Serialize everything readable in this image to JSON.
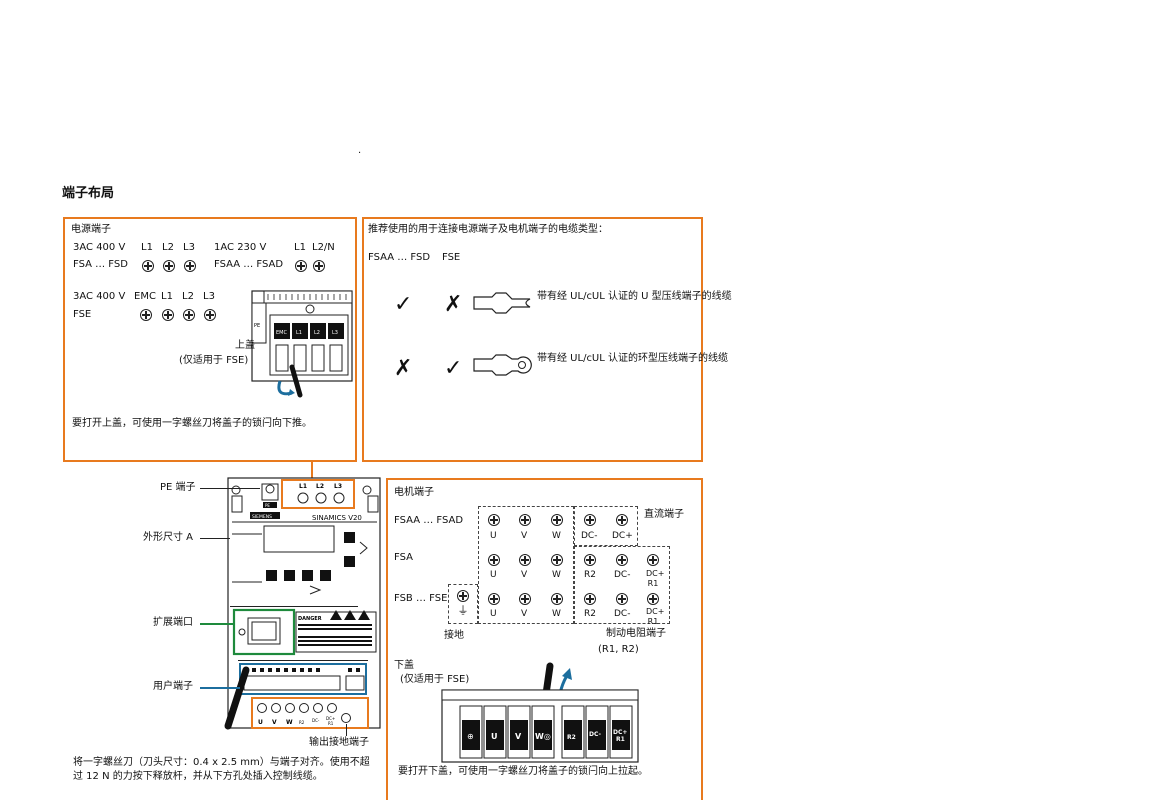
{
  "page": {
    "dot": "·",
    "title": "端子布局"
  },
  "power": {
    "heading": "电源端子",
    "row1_spec": "3AC 400 V",
    "row1_frames": "FSA … FSD",
    "row1_terms": [
      "L1",
      "L2",
      "L3"
    ],
    "row1b_spec": "1AC 230 V",
    "row1b_frames": "FSAA … FSAD",
    "row1b_terms": [
      "L1",
      "L2/N"
    ],
    "row2_spec": "3AC 400 V",
    "row2_frames": "FSE",
    "row2_terms": [
      "EMC",
      "L1",
      "L2",
      "L3"
    ],
    "cover_label": "上盖",
    "cover_note": "(仅适用于 FSE)",
    "open_hint": "要打开上盖，可使用一字螺丝刀将盖子的锁闩向下推。"
  },
  "cable": {
    "heading": "推荐使用的用于连接电源端子及电机端子的电缆类型：",
    "col1": "FSAA … FSD",
    "col2": "FSE",
    "row1_desc": "带有经 UL/cUL 认证的 U 型压线端子的线缆",
    "row2_desc": "带有经 UL/cUL 认证的环型压线端子的线缆",
    "check": "✓",
    "cross": "✗"
  },
  "drive": {
    "pe_label": "PE 端子",
    "size_label": "外形尺寸 A",
    "ext_label": "扩展端口",
    "user_label": "用户端子",
    "ground_out_label": "输出接地端子",
    "brand": "SIEMENS",
    "model": "SINAMICS V20",
    "top_terms": [
      "L1",
      "L2",
      "L3"
    ],
    "bottom_terms": [
      "U",
      "V",
      "W",
      "R2",
      "DC-",
      "DC+ R1"
    ],
    "note_line1": "将一字螺丝刀（刀头尺寸：0.4 x 2.5 mm）与端子对齐。使用不超",
    "note_line2": "过 12 N 的力按下释放杆，并从下方孔处插入控制线缆。",
    "danger": "DANGER",
    "pe": "PE"
  },
  "motor": {
    "heading": "电机端子",
    "row1_frames": "FSAA … FSAD",
    "row2_frames": "FSA",
    "row3_frames": "FSB … FSE",
    "dc_label": "直流端子",
    "ground_label": "接地",
    "brake_label": "制动电阻端子",
    "brake_sub": "(R1, R2)",
    "row1_labels": [
      "U",
      "V",
      "W",
      "DC-",
      "DC+"
    ],
    "row2_labels": [
      "U",
      "V",
      "W",
      "R2",
      "DC-",
      "DC+ R1"
    ],
    "row3_labels": [
      "U",
      "V",
      "W",
      "R2",
      "DC-",
      "DC+ R1"
    ],
    "lower_cover": "下盖",
    "lower_note": "(仅适用于 FSE)",
    "lower_hint": "要打开下盖，可使用一字螺丝刀将盖子的锁闩向上拉起。",
    "lower_terms": [
      "U",
      "V",
      "W",
      "R2",
      "DC-",
      "DC+ R1"
    ]
  },
  "colors": {
    "accent": "#e87a1e",
    "ext_port": "#1e8a3c",
    "user_term": "#1c6e9e"
  }
}
